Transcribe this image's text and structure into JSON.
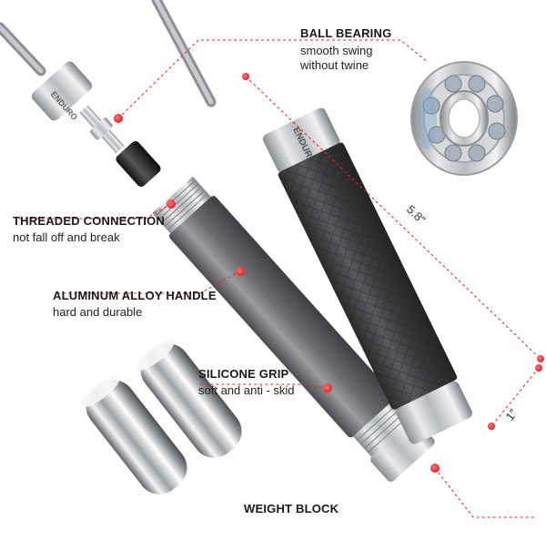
{
  "brand_engraving": "ENDURO",
  "callouts": {
    "ball_bearing": {
      "title": "BALL BEARING",
      "desc_line1": "smooth swing",
      "desc_line2": "without twine"
    },
    "threaded_connection": {
      "title": "THREADED CONNECTION",
      "desc": "not fall off and break"
    },
    "aluminum_handle": {
      "title": "ALUMINUM ALLOY HANDLE",
      "desc": "hard and durable"
    },
    "silicone_grip": {
      "title": "SILICONE GRIP",
      "desc": "soft and anti - skid"
    },
    "weight_block": {
      "title": "WEIGHT BLOCK"
    }
  },
  "dimensions": {
    "length": "5.8″",
    "diameter": "1″"
  },
  "colors": {
    "callout_dot": "#e8202a",
    "leader_line": "#e8202a",
    "grip": "#3a3a3c",
    "metal": "#c9cbce"
  }
}
